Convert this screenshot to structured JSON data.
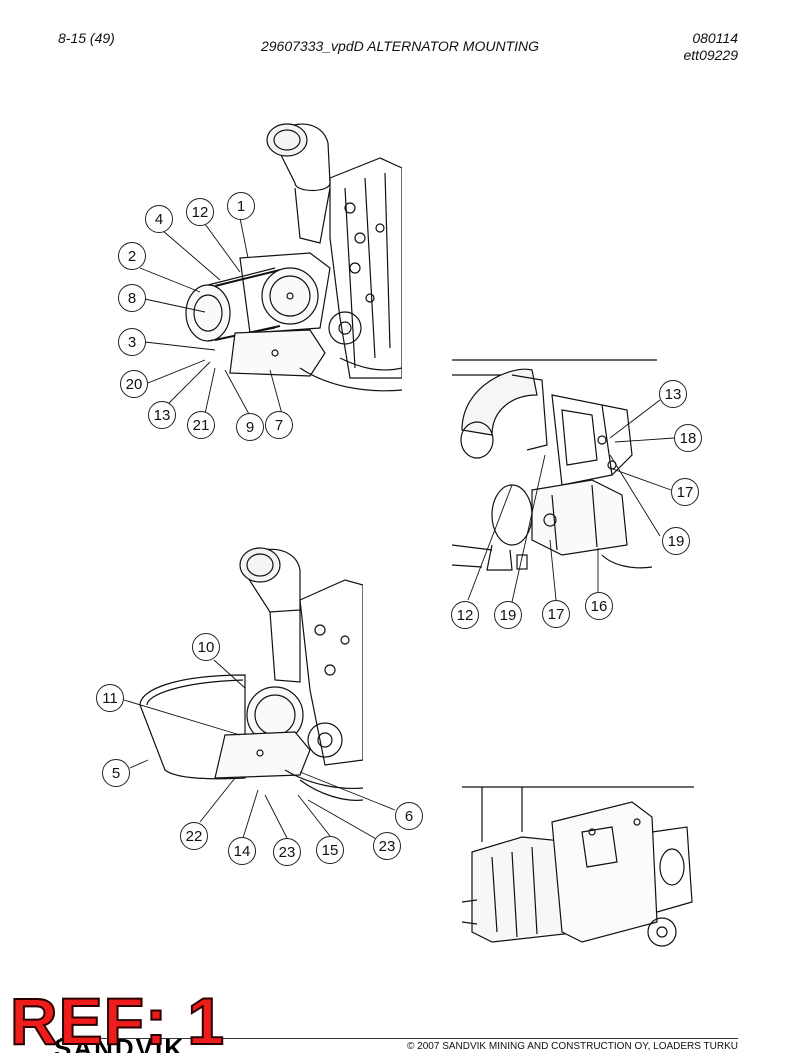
{
  "header": {
    "page": "8-15 (49)",
    "title": "29607333_vpdD ALTERNATOR MOUNTING",
    "code_line1": "080114",
    "code_line2": "ett09229"
  },
  "figure_top_left": {
    "callouts": [
      "1",
      "12",
      "4",
      "2",
      "8",
      "3",
      "20",
      "13",
      "21",
      "9",
      "7"
    ]
  },
  "figure_right": {
    "callouts": [
      "13",
      "18",
      "17",
      "19",
      "12",
      "19",
      "17",
      "16"
    ]
  },
  "figure_bottom_left": {
    "callouts": [
      "10",
      "11",
      "5",
      "6",
      "22",
      "14",
      "23",
      "15",
      "23"
    ]
  },
  "stamp": "REF: 1",
  "footer": {
    "brand": "SANDVIK",
    "copyright": "© 2007 SANDVIK MINING AND CONSTRUCTION OY, LOADERS TURKU"
  }
}
